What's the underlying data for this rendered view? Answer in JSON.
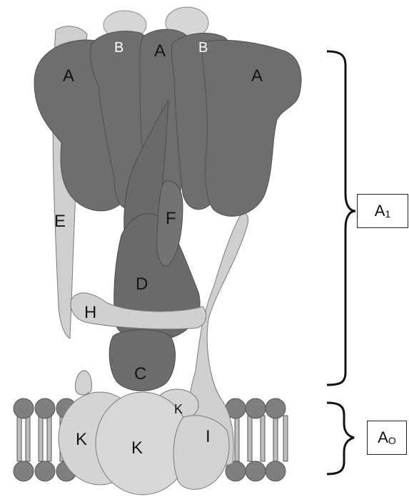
{
  "subunit_labels": {
    "a_left": "A",
    "b_left": "B",
    "a_top": "A",
    "b_right": "B",
    "a_right": "A",
    "e": "E",
    "f": "F",
    "d": "D",
    "h": "H",
    "c": "C",
    "k_small": "K",
    "k_left": "K",
    "k_center": "K",
    "i": "I"
  },
  "brackets": {
    "a1": {
      "base": "A",
      "sub": "1"
    },
    "ao": {
      "base": "A",
      "sub": "O"
    }
  },
  "colors": {
    "dark_subunit": "#6e6e6e",
    "light_subunit": "#cfcfcf",
    "outline": "#5a5a5a",
    "lipid_head": "#7f7f7f",
    "bracket": "#111111"
  }
}
